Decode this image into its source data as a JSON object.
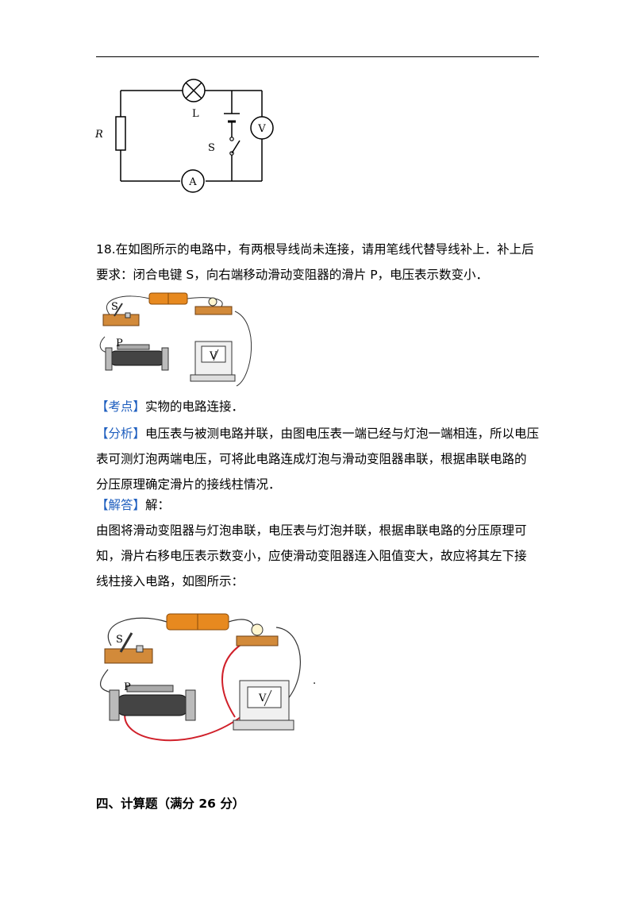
{
  "figure1": {
    "label_R": "R",
    "label_L": "L",
    "label_S": "S",
    "label_V": "V",
    "label_A": "A"
  },
  "question18": {
    "number": "18.",
    "line1": "在如图所示的电路中，有两根导线尚未连接，请用笔线代替导线补上．补上后",
    "line2": "要求：闭合电键 S，向右端移动滑动变阻器的滑片 P，电压表示数变小．"
  },
  "figure2": {
    "label_S": "S",
    "label_P": "P",
    "label_V": "V"
  },
  "kaodian": {
    "tag": "【考点】",
    "text": "实物的电路连接．"
  },
  "fenxi": {
    "tag": "【分析】",
    "line1": "电压表与被测电路并联，由图电压表一端已经与灯泡一端相连，所以电压",
    "line2": "表可测灯泡两端电压，可将此电路连成灯泡与滑动变阻器串联，根据串联电路的",
    "line3": "分压原理确定滑片的接线柱情况．"
  },
  "jieda": {
    "tag": "【解答】",
    "after": "解：",
    "line1": "由图将滑动变阻器与灯泡串联，电压表与灯泡并联，根据串联电路的分压原理可",
    "line2": "知，滑片右移电压表示数变小，应使滑动变阻器连入阻值变大，故应将其左下接",
    "line3": "线柱接入电路，如图所示："
  },
  "figure3": {
    "label_S": "S",
    "label_P": "P",
    "label_V": "V",
    "dot": "."
  },
  "section4": {
    "title": "四、计算题（满分 26 分）"
  }
}
